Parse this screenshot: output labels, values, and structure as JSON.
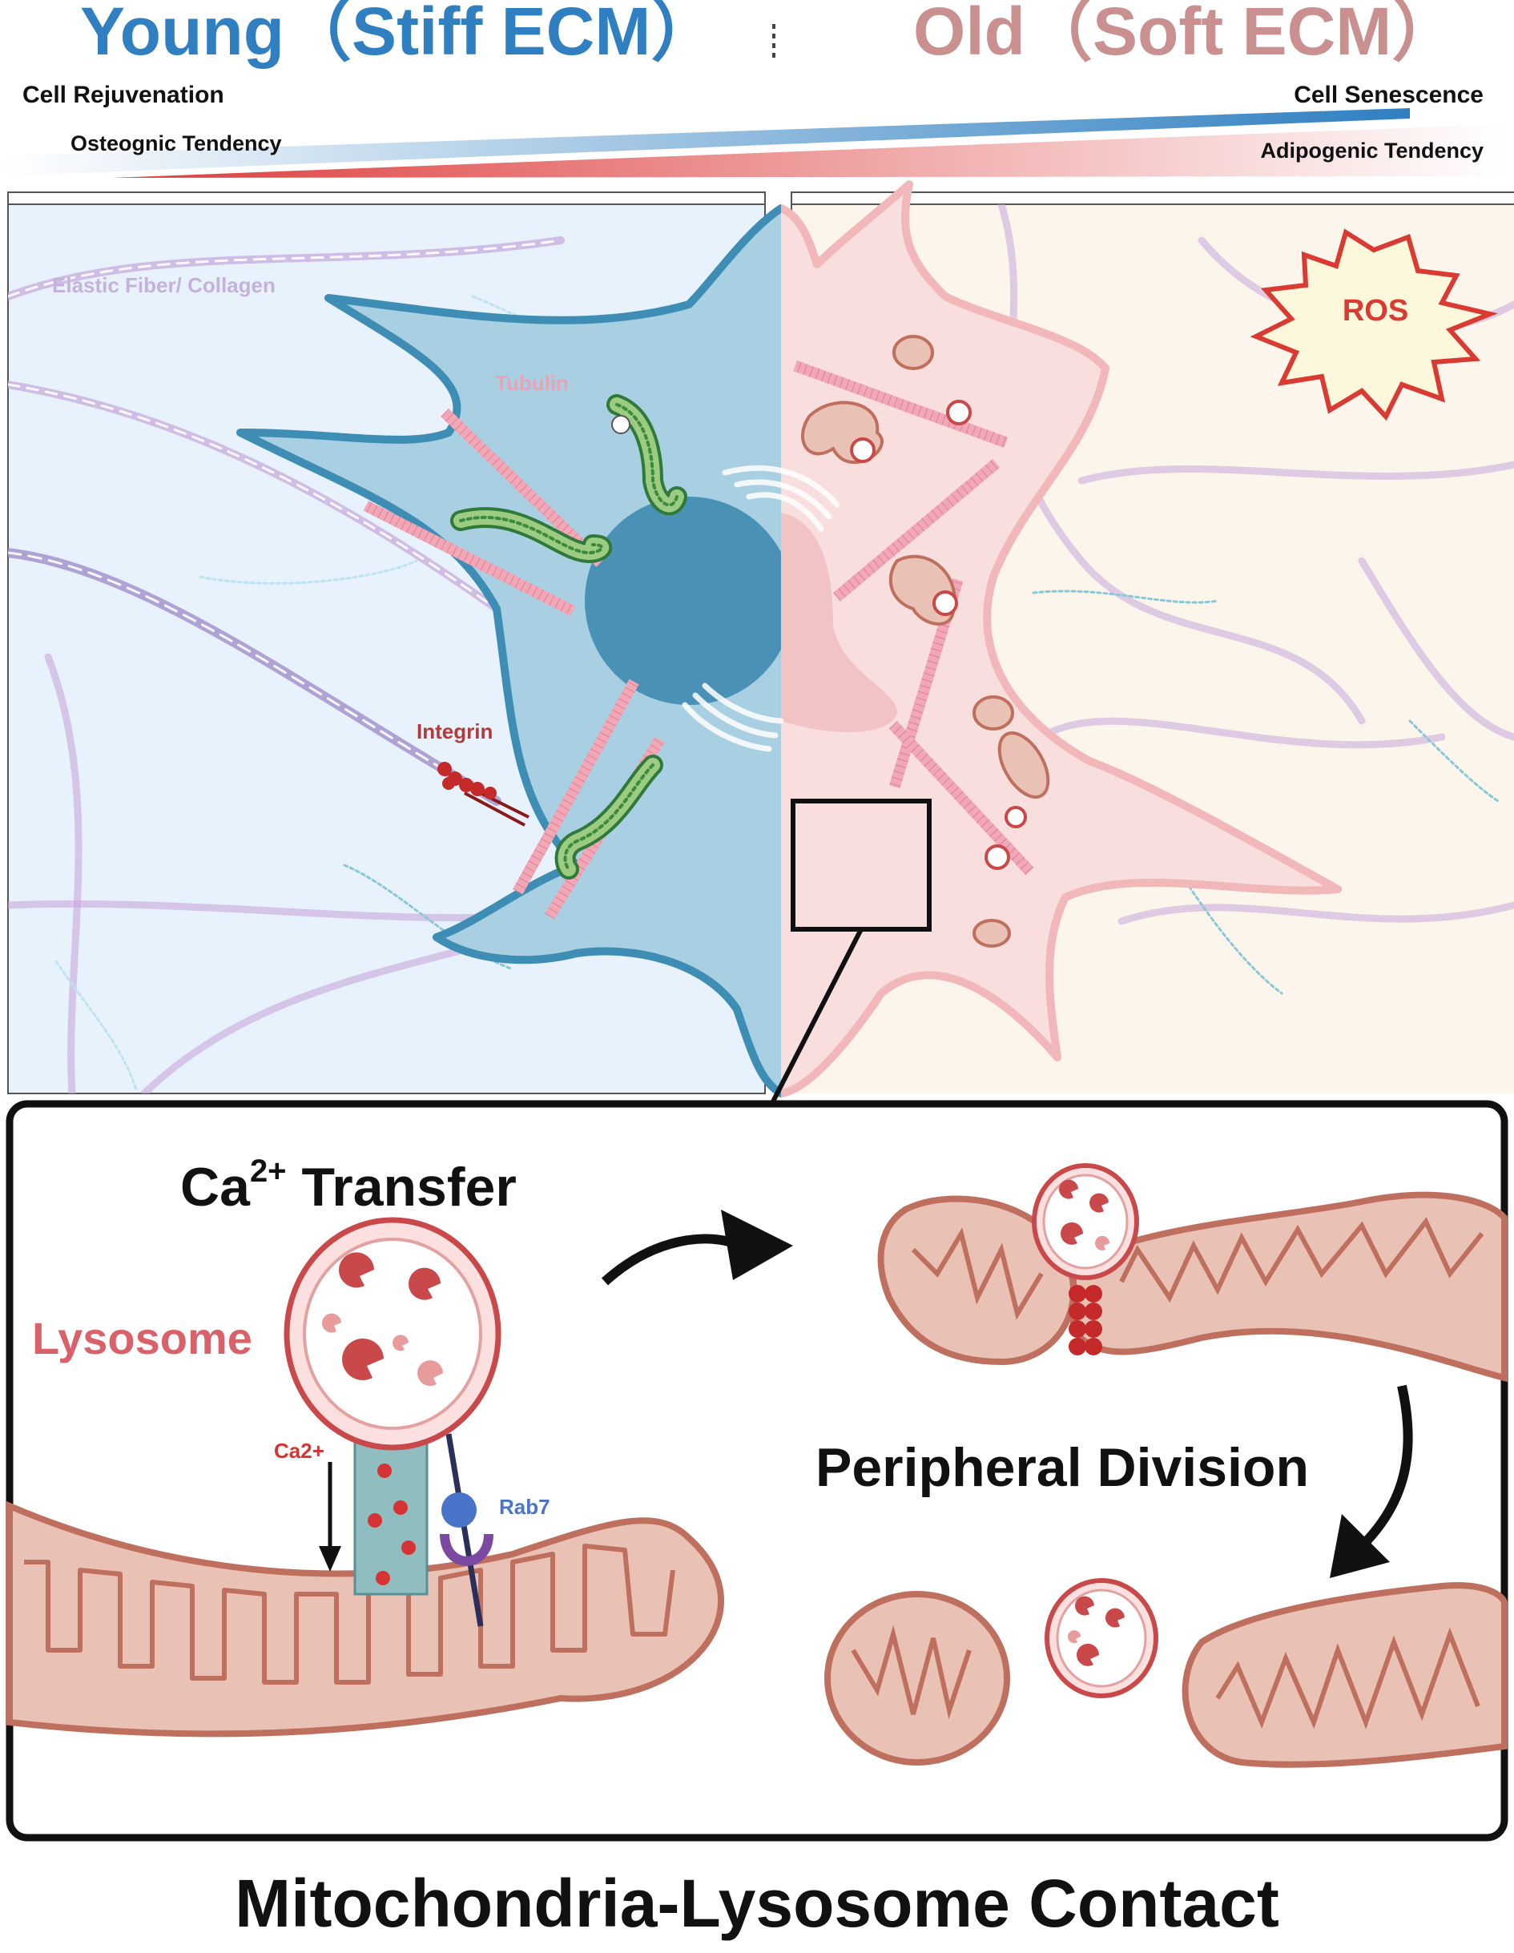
{
  "header": {
    "young_title": "Young（Stiff ECM）",
    "old_title": "Old（Soft ECM）",
    "left_top_label": "Cell Rejuvenation",
    "left_bottom_label": "Osteognic Tendency",
    "right_top_label": "Cell Senescence",
    "right_bottom_label": "Adipogenic Tendency"
  },
  "cell_panel": {
    "fiber_label": "Elastic Fiber/ Collagen",
    "tubulin_label": "Tubulin",
    "integrin_label": "Integrin",
    "ros_label": "ROS"
  },
  "zoom_panel": {
    "transfer_title_main": "Ca",
    "transfer_title_sup": "2+",
    "transfer_title_rest": " Transfer",
    "lysosome_label": "Lysosome",
    "ca_label": "Ca2+",
    "rab7_label": "Rab7",
    "division_label": "Peripheral Division"
  },
  "footer": {
    "title": "Mitochondria-Lysosome Contact"
  },
  "colors": {
    "young_blue": "#2f7fc1",
    "old_pink": "#c9908f",
    "cell_blue_fill": "#a8d0e2",
    "cell_blue_stroke": "#3d8db5",
    "nucleus_blue": "#4a91b6",
    "cell_pink_fill": "#f9dede",
    "cell_pink_stroke": "#f1b7b9",
    "mito_fill": "#e9c2b5",
    "mito_stroke": "#bf6f5e",
    "lyso_red": "#c9484a",
    "ros_red": "#d93a32"
  }
}
